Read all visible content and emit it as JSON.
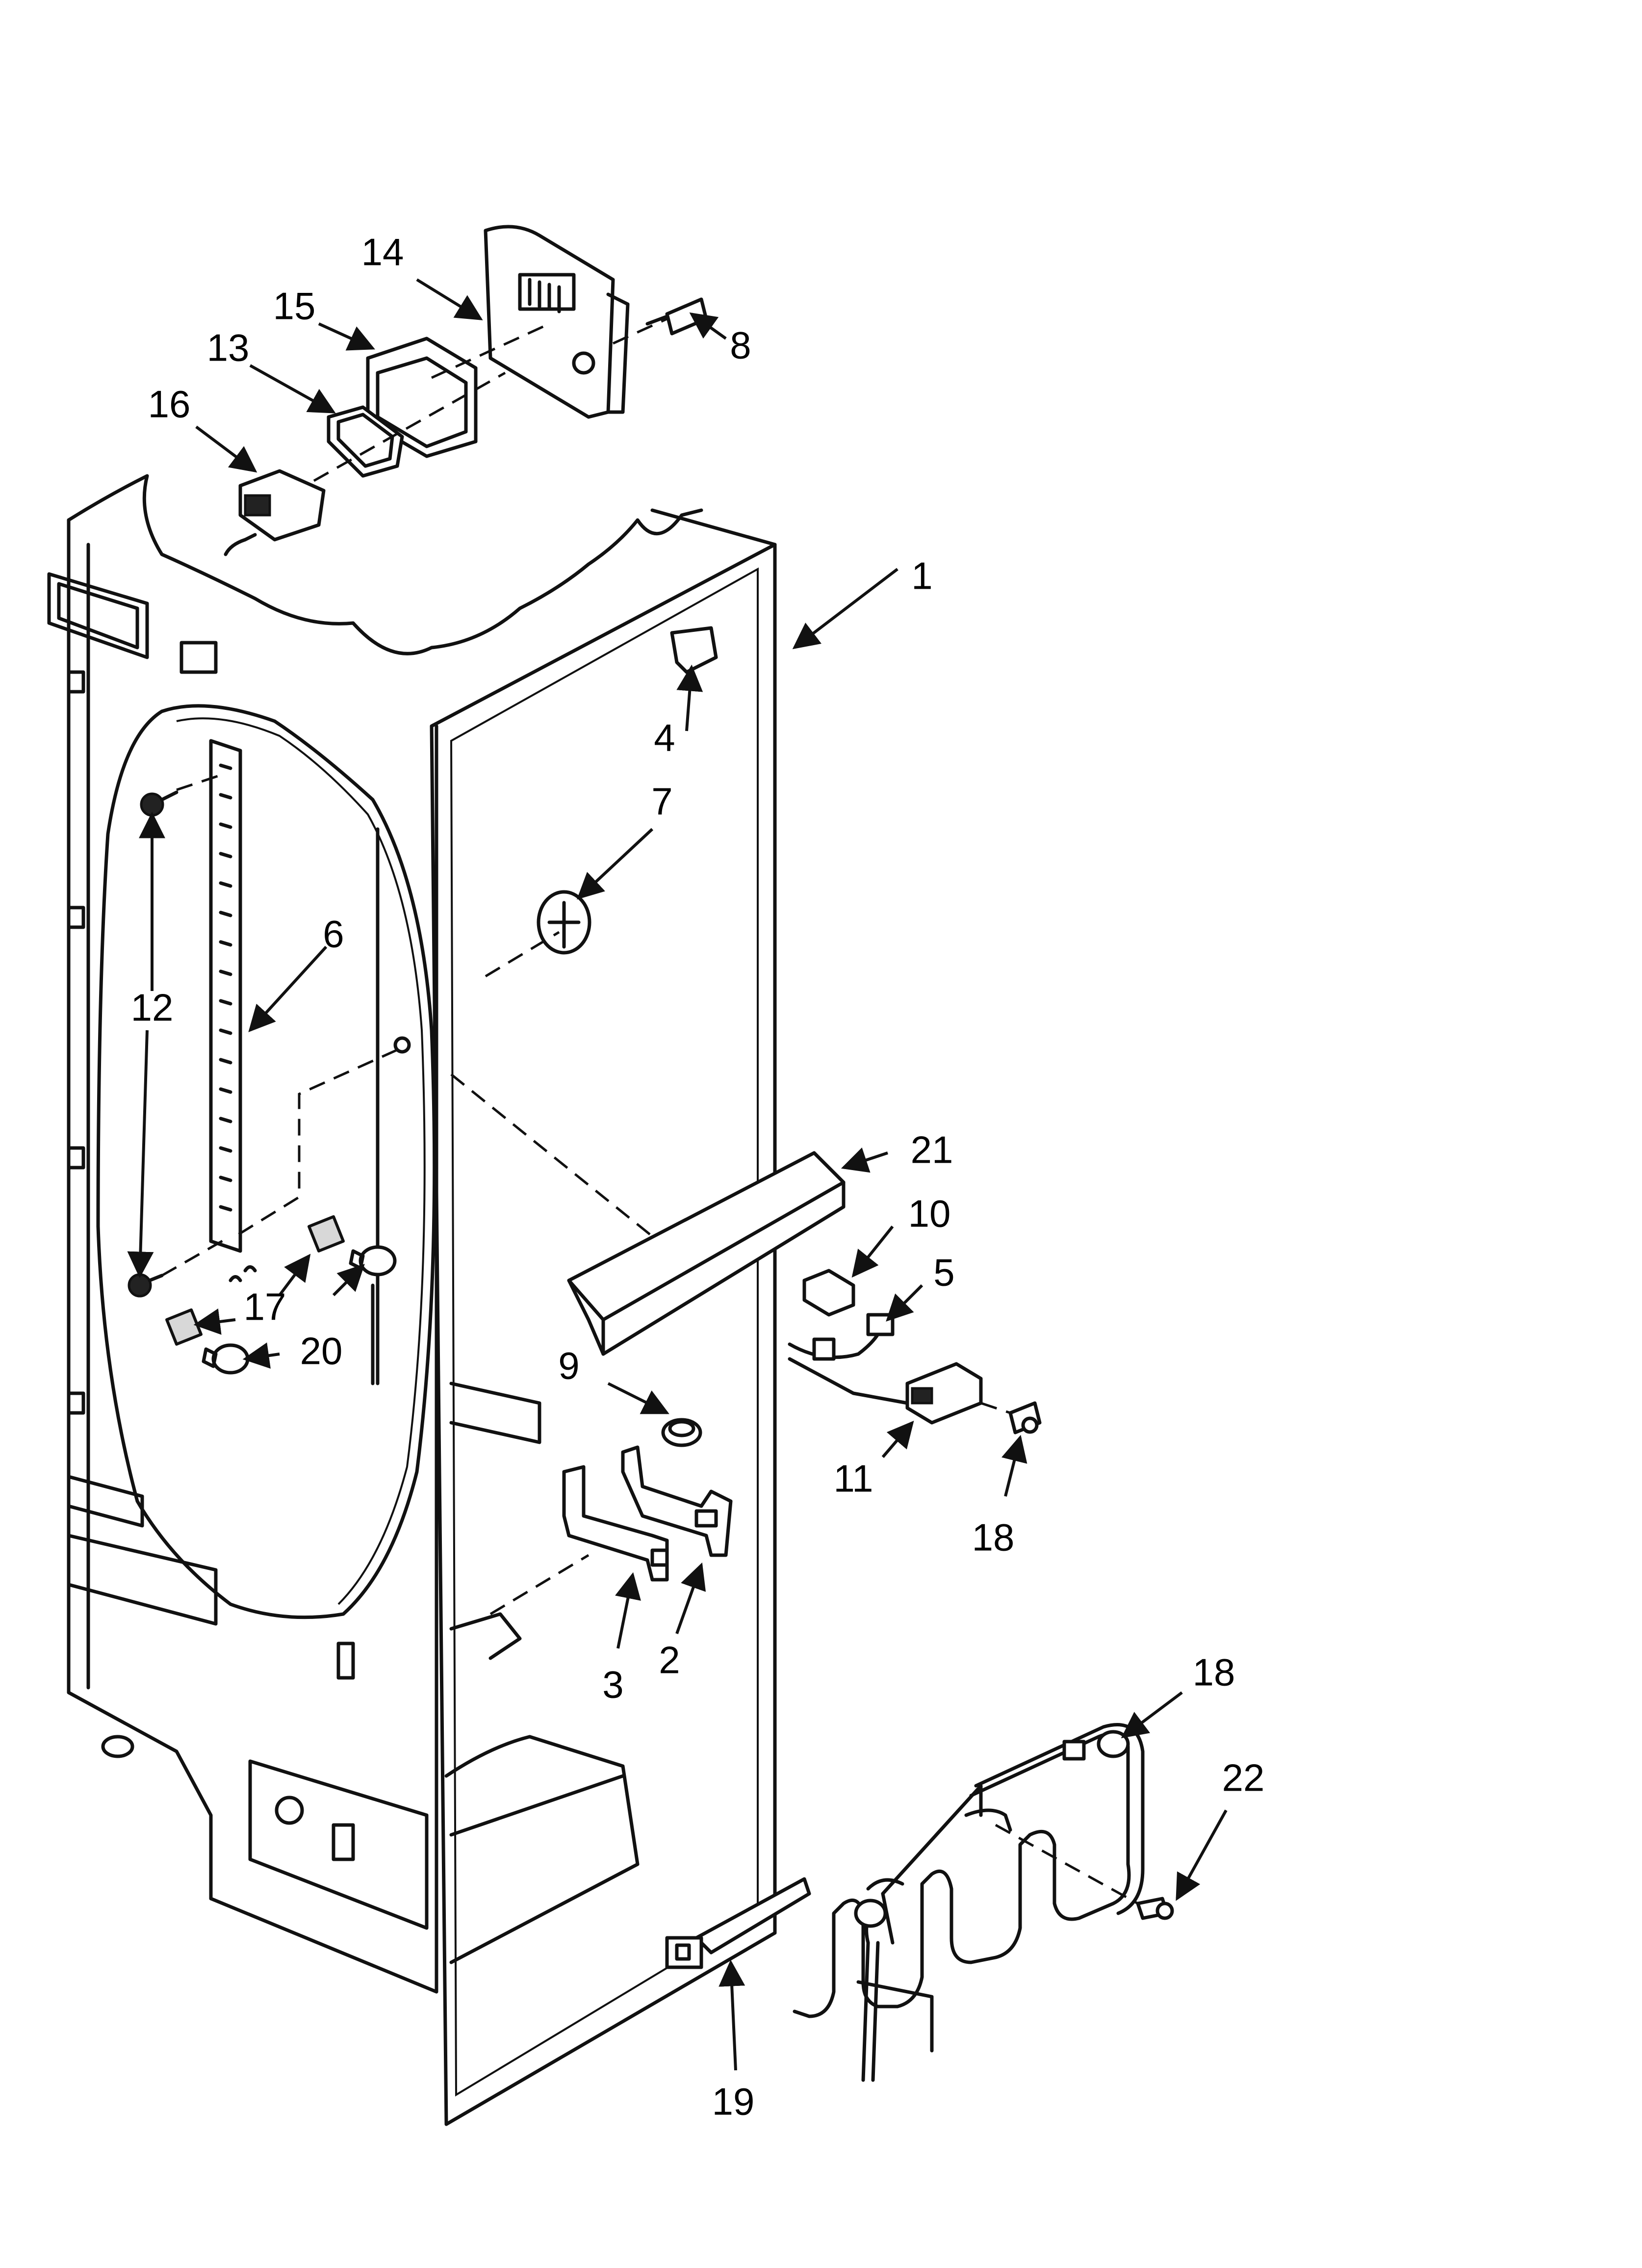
{
  "callouts": [
    {
      "id": "c1",
      "text": "1"
    },
    {
      "id": "c2",
      "text": "2"
    },
    {
      "id": "c3",
      "text": "3"
    },
    {
      "id": "c4",
      "text": "4"
    },
    {
      "id": "c5",
      "text": "5"
    },
    {
      "id": "c6",
      "text": "6"
    },
    {
      "id": "c7",
      "text": "7"
    },
    {
      "id": "c8",
      "text": "8"
    },
    {
      "id": "c9",
      "text": "9"
    },
    {
      "id": "c10",
      "text": "10"
    },
    {
      "id": "c11",
      "text": "11"
    },
    {
      "id": "c12",
      "text": "12"
    },
    {
      "id": "c13",
      "text": "13"
    },
    {
      "id": "c14",
      "text": "14"
    },
    {
      "id": "c15",
      "text": "15"
    },
    {
      "id": "c16",
      "text": "16"
    },
    {
      "id": "c17",
      "text": "17"
    },
    {
      "id": "c18a",
      "text": "18"
    },
    {
      "id": "c18b",
      "text": "18"
    },
    {
      "id": "c19",
      "text": "19"
    },
    {
      "id": "c20",
      "text": "20"
    },
    {
      "id": "c21",
      "text": "21"
    },
    {
      "id": "c22",
      "text": "22"
    }
  ]
}
